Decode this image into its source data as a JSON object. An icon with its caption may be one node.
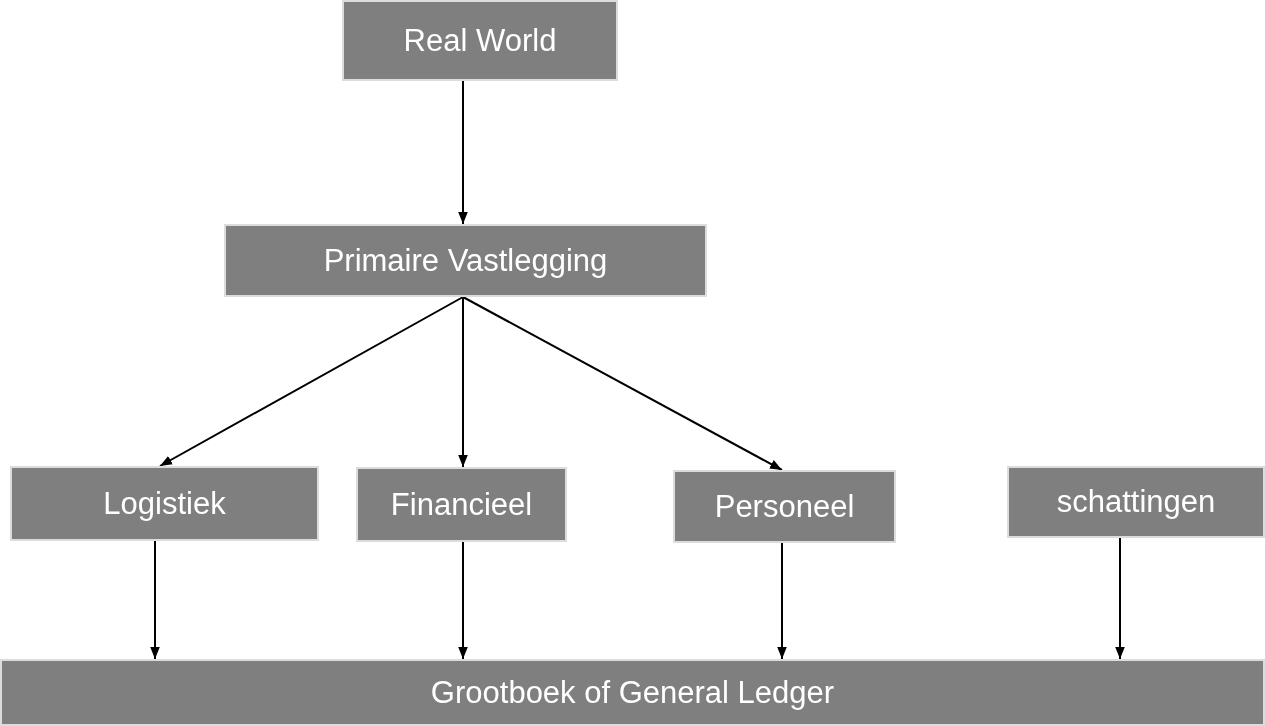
{
  "diagram": {
    "nodes": [
      {
        "text": [
          "Real World"
        ]
      },
      {
        "text": [
          "Primaire Vastlegging"
        ]
      },
      {
        "text": [
          "Logistiek"
        ]
      },
      {
        "text": [
          "Financieel"
        ]
      },
      {
        "text": [
          "Personeel"
        ]
      },
      {
        "text": [
          "schattingen"
        ]
      },
      {
        "text": [
          "Grootboek of General Ledger"
        ]
      }
    ],
    "edges": [
      {
        "from": 0,
        "to": 1,
        "arrow": "to"
      },
      {
        "from": 1,
        "to": 2,
        "arrow": "to"
      },
      {
        "from": 1,
        "to": 3,
        "arrow": "to"
      },
      {
        "from": 1,
        "to": 4,
        "arrow": "to"
      },
      {
        "from": 2,
        "to": 6,
        "arrow": "to"
      },
      {
        "from": 3,
        "to": 6,
        "arrow": "to"
      },
      {
        "from": 4,
        "to": 6,
        "arrow": "to"
      },
      {
        "from": 5,
        "to": 6,
        "arrow": "to"
      }
    ]
  }
}
